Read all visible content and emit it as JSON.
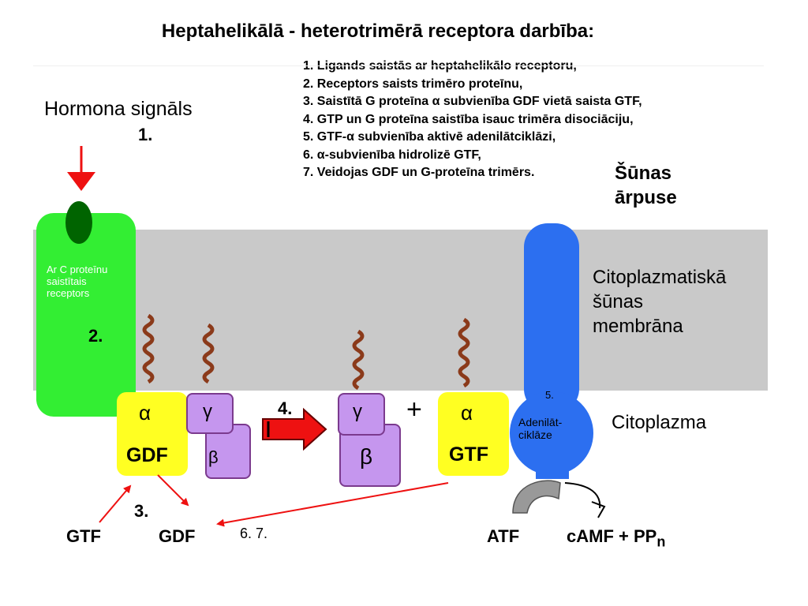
{
  "title": "Heptahelikālā  - heterotrimērā receptora darbība:",
  "steps": [
    "1. Ligands saistās ar heptahelikālo receptoru,",
    "2. Receptors saists trimēro proteīnu,",
    "3. Saistītā G proteīna α subvienība GDF vietā saista GTF,",
    "4. GTP un G proteīna saistība isauc trimēra disociāciju,",
    "5. GTF-α subvienība aktivē adenilātciklāzi,",
    "6. α-subvienība hidrolizē GTF,",
    "7. Veidojas GDF un G-proteīna trimērs."
  ],
  "labels": {
    "hormona_signals": "Hormona signāls",
    "step1": "1.",
    "sunas_arpuse_1": "Šūnas",
    "sunas_arpuse_2": "ārpuse",
    "membrane_1": "Citoplazmatiskā",
    "membrane_2": "šūnas",
    "membrane_3": "membrāna",
    "citoplazma": "Citoplazma",
    "receptor_1": "Ar C proteīnu",
    "receptor_2": "saistītais",
    "receptor_3": "receptors",
    "step2": "2.",
    "alpha": "α",
    "gamma": "γ",
    "beta": "β",
    "gdf": "GDF",
    "gtf": "GTF",
    "step4": "4.",
    "plus": "+",
    "step5": "5.",
    "adenilat_1": "Adenilāt-",
    "adenilat_2": "ciklāze",
    "step3": "3.",
    "bottom_gtf": "GTF",
    "bottom_gdf": "GDF",
    "step67": "6.  7.",
    "atf": "ATF",
    "camf": "cAMF + PP",
    "camf_sub": "n"
  },
  "colors": {
    "membrane": "#c9c9c9",
    "receptor": "#33ee33",
    "ligand": "#006400",
    "alpha_subunit": "#ffff22",
    "beta_gamma": "#c596ee",
    "adenylate_cyclase": "#2c6ff0",
    "arrow": "#ee1111",
    "lipid_anchor": "#8b3a1a"
  }
}
